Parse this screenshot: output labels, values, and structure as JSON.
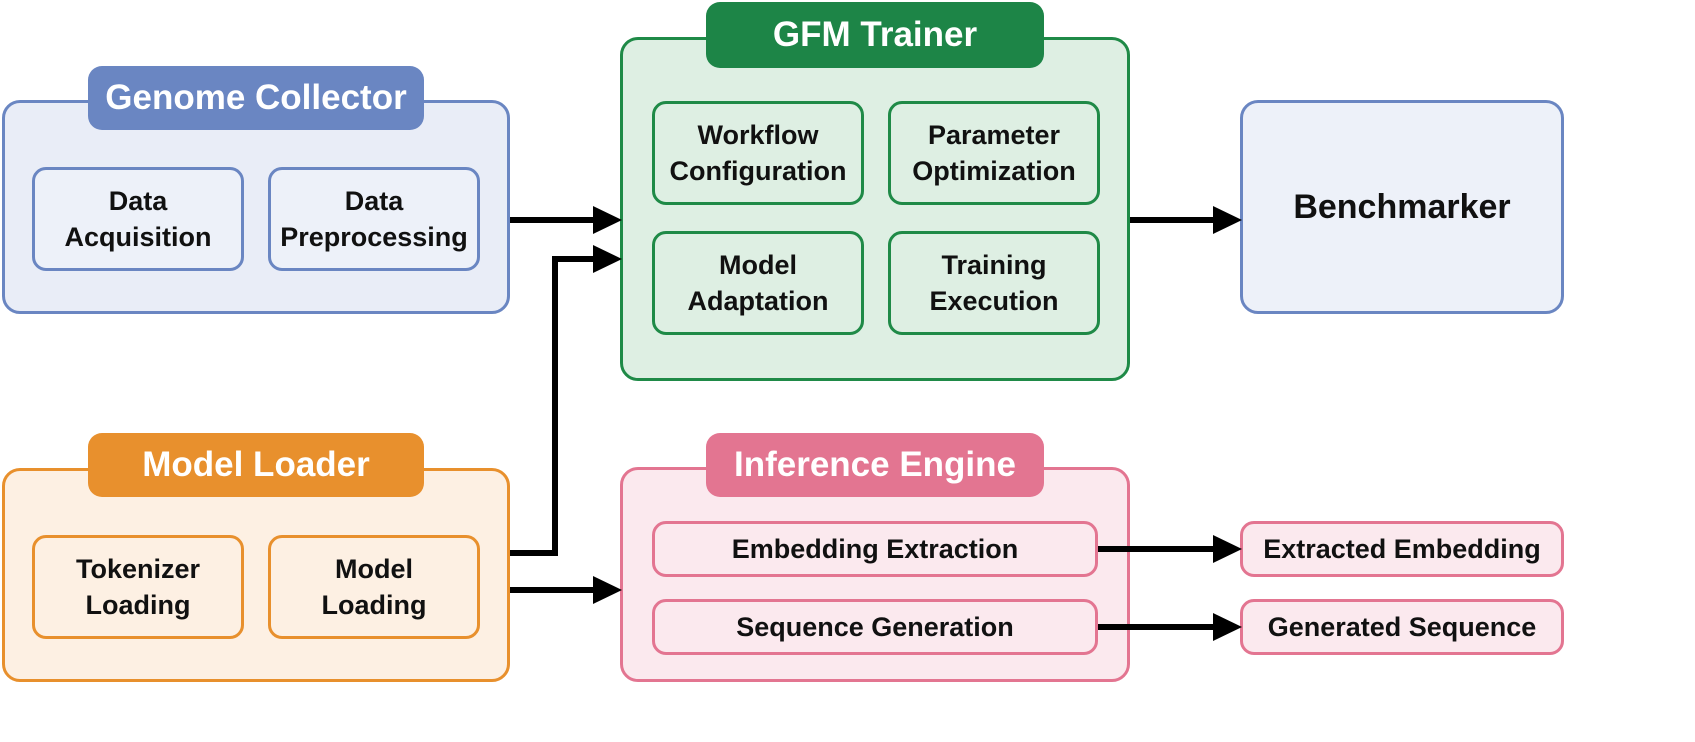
{
  "genome_collector": {
    "title": "Genome Collector",
    "items": [
      "Data\nAcquisition",
      "Data\nPreprocessing"
    ]
  },
  "gfm_trainer": {
    "title": "GFM Trainer",
    "items": [
      "Workflow\nConfiguration",
      "Parameter\nOptimization",
      "Model\nAdaptation",
      "Training\nExecution"
    ]
  },
  "benchmarker": {
    "title": "Benchmarker"
  },
  "model_loader": {
    "title": "Model Loader",
    "items": [
      "Tokenizer\nLoading",
      "Model\nLoading"
    ]
  },
  "inference_engine": {
    "title": "Inference Engine",
    "items": [
      "Embedding Extraction",
      "Sequence Generation"
    ]
  },
  "outputs": [
    "Extracted Embedding",
    "Generated Sequence"
  ],
  "colors": {
    "genome_collector": "#6a86c2",
    "gfm_trainer": "#1d8547",
    "model_loader": "#e8902d",
    "inference_engine": "#e37591",
    "arrow": "#000000"
  }
}
